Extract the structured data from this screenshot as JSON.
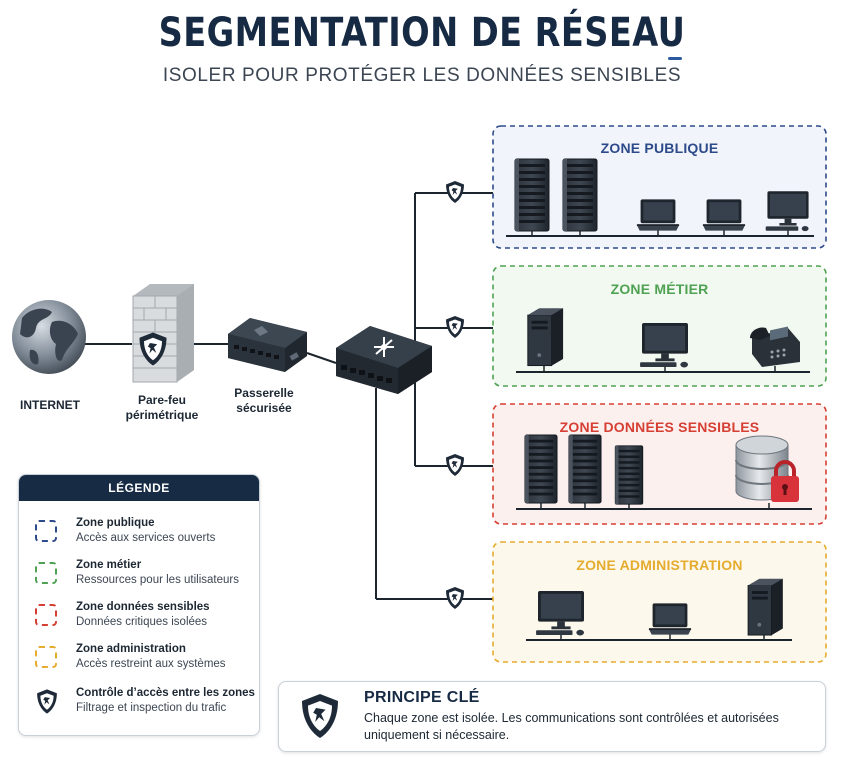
{
  "header": {
    "title": "SEGMENTATION DE RÉSEAU",
    "subtitle": "ISOLER POUR PROTÉGER LES DONNÉES SENSIBLES"
  },
  "devices": {
    "internet": "INTERNET",
    "firewall_line1": "Pare-feu",
    "firewall_line2": "périmétrique",
    "gateway_line1": "Passerelle",
    "gateway_line2": "sécurisée"
  },
  "zones": [
    {
      "title": "ZONE PUBLIQUE",
      "color": "#2d4a8a",
      "fill": "#f1f4fb",
      "devices": [
        "server-rack",
        "server-rack",
        "laptop",
        "laptop",
        "desktop"
      ]
    },
    {
      "title": "ZONE MÉTIER",
      "color": "#4fa253",
      "fill": "#f2f9f1",
      "devices": [
        "tower",
        "desktop",
        "ip-phone"
      ]
    },
    {
      "title": "ZONE DONNÉES SENSIBLES",
      "color": "#d63f33",
      "fill": "#fcf0ef",
      "devices": [
        "server-rack",
        "server-rack",
        "server-rack",
        "database-lock"
      ]
    },
    {
      "title": "ZONE ADMINISTRATION",
      "color": "#e5ac2e",
      "fill": "#fdf8ec",
      "devices": [
        "desktop",
        "laptop",
        "tower"
      ]
    }
  ],
  "legend": {
    "title": "LÉGENDE",
    "items": [
      {
        "title": "Zone publique",
        "desc": "Accès aux services ouverts",
        "color": "#2d4a8a"
      },
      {
        "title": "Zone métier",
        "desc": "Ressources pour les utilisateurs",
        "color": "#4fa253"
      },
      {
        "title": "Zone données sensibles",
        "desc": "Données critiques isolées",
        "color": "#d63f33"
      },
      {
        "title": "Zone administration",
        "desc": "Accès restreint aux systèmes",
        "color": "#e5ac2e"
      },
      {
        "title": "Contrôle d’accès entre les zones",
        "desc": "Filtrage et inspection du trafic",
        "icon": "shield-icon"
      }
    ]
  },
  "principle": {
    "title": "PRINCIPE CLÉ",
    "text": "Chaque zone est isolée. Les communications sont contrôlées et autorisées uniquement si nécessaire.",
    "icon": "shield-icon"
  }
}
